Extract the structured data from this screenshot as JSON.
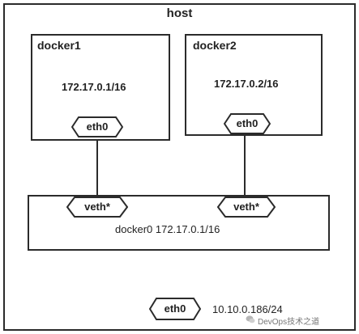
{
  "host": {
    "label": "host"
  },
  "docker1": {
    "name": "docker1",
    "ip": "172.17.0.1/16",
    "iface": "eth0"
  },
  "docker2": {
    "name": "docker2",
    "ip": "172.17.0.2/16",
    "iface": "eth0"
  },
  "bridge": {
    "left_port": "veth*",
    "right_port": "veth*",
    "label": "docker0 172.17.0.1/16"
  },
  "host_iface": {
    "name": "eth0",
    "ip": "10.10.0.186/24"
  },
  "watermark": {
    "text": "DevOps技术之道"
  },
  "colors": {
    "stroke": "#2b2b2b",
    "background": "#ffffff"
  }
}
